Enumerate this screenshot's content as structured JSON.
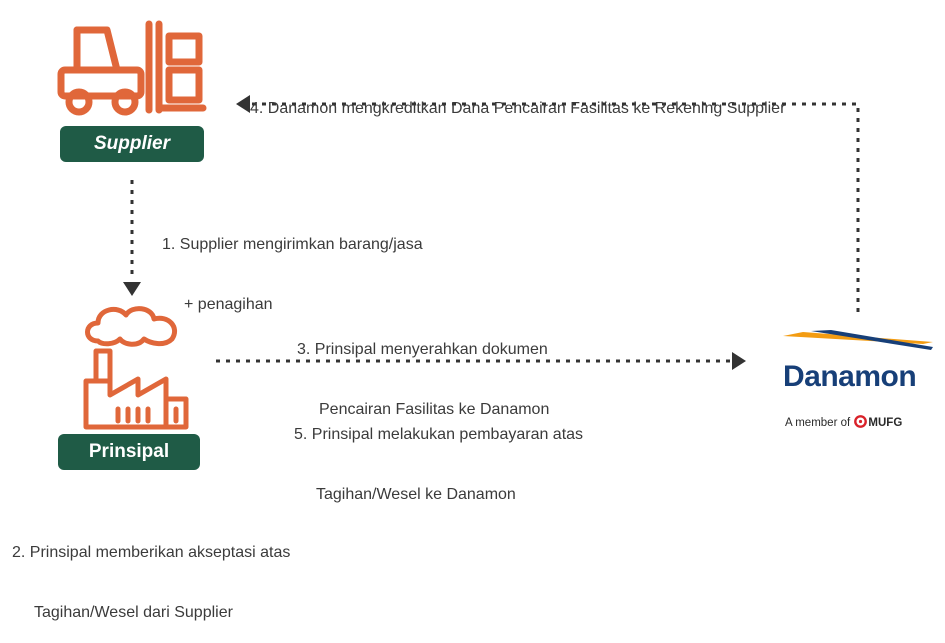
{
  "actors": {
    "supplier": {
      "label": "Supplier",
      "icon": "forklift-icon"
    },
    "principal": {
      "label": "Prinsipal",
      "icon": "factory-icon"
    },
    "bank": {
      "name": "Danamon",
      "tagline": "A member of",
      "group": "MUFG"
    }
  },
  "steps": {
    "s1": {
      "line1": "1. Supplier mengirimkan barang/jasa",
      "line2": "+ penagihan"
    },
    "s2": {
      "line1": "2. Prinsipal memberikan akseptasi atas",
      "line2": "Tagihan/Wesel dari Supplier"
    },
    "s3": {
      "line1": "3. Prinsipal menyerahkan dokumen",
      "line2": "Pencairan Fasilitas ke Danamon"
    },
    "s4": {
      "line1": "4. Danamon mengkreditkan Dana Pencairan Fasilitas ke Rekening Supplier"
    },
    "s5": {
      "line1": "5. Prinsipal melakukan pembayaran atas",
      "line2": "Tagihan/Wesel ke Danamon"
    }
  },
  "colors": {
    "icon_orange": "#e0673a",
    "badge_green": "#1f5b46",
    "arrow_dark": "#333333",
    "brand_blue": "#173f78",
    "brand_orange": "#f39c12",
    "mufg_red": "#d9222a"
  }
}
